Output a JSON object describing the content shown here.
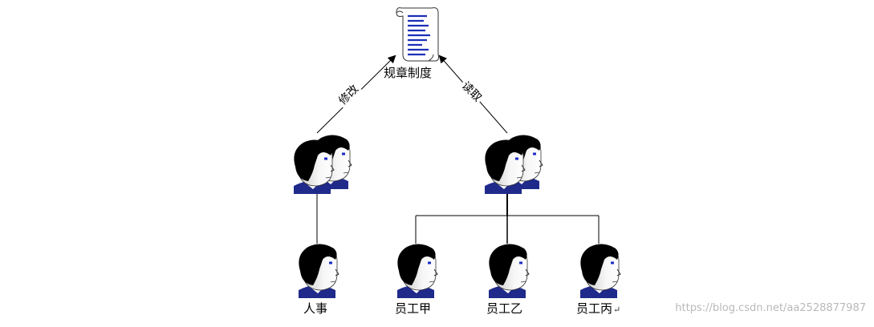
{
  "diagram": {
    "document": {
      "label": "规章制度"
    },
    "edges": [
      {
        "id": "modify",
        "label": "修改"
      },
      {
        "id": "read",
        "label": "读取"
      }
    ],
    "groups": [
      {
        "id": "hr-group"
      },
      {
        "id": "staff-group"
      }
    ],
    "people": [
      {
        "id": "hr",
        "label": "人事"
      },
      {
        "id": "staff-a",
        "label": "员工甲"
      },
      {
        "id": "staff-b",
        "label": "员工乙"
      },
      {
        "id": "staff-c",
        "label": "员工丙"
      }
    ],
    "return_mark": "↵"
  },
  "watermark": "https://blog.csdn.net/aa2528877987"
}
